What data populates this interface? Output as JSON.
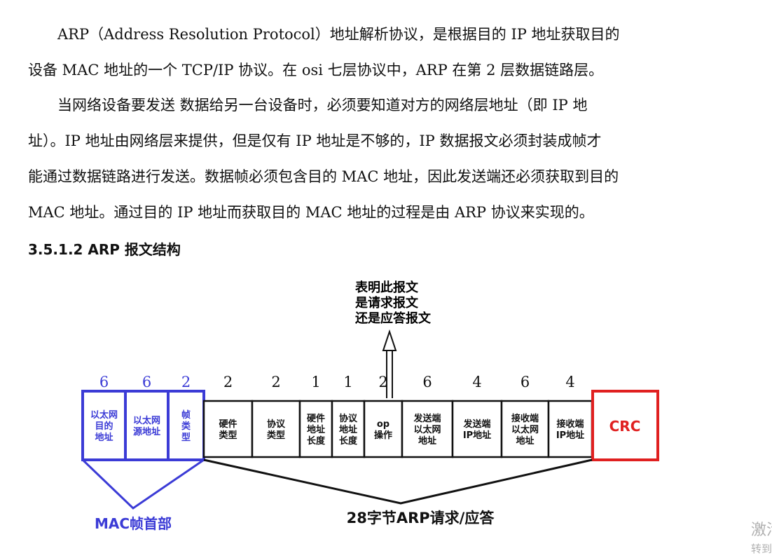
{
  "paragraphs": [
    {
      "lines": [
        "ARP（Address Resolution Protocol）地址解析协议，是根据目的 IP 地址获取目的",
        "设备 MAC 地址的一个 TCP/IP 协议。在 osi 七层协议中，ARP 在第 2 层数据链路层。"
      ]
    },
    {
      "lines": [
        "当网络设备要发送 数据给另一台设备时，必须要知道对方的网络层地址（即 IP 地",
        "址）。IP 地址由网络层来提供，但是仅有 IP 地址是不够的，IP 数据报文必须封装成帧才",
        "能通过数据链路进行发送。数据帧必须包含目的 MAC 地址，因此发送端还必须获取到目的",
        "MAC 地址。通过目的 IP 地址而获取目的 MAC 地址的过程是由 ARP 协议来实现的。"
      ]
    }
  ],
  "heading": "3.5.1.2 ARP 报文结构",
  "diagram": {
    "annotation": [
      "表明此报文",
      "是请求报文",
      "还是应答报文"
    ],
    "mac_fields": [
      {
        "size": "6",
        "lines": [
          "以太网",
          "目的",
          "地址"
        ]
      },
      {
        "size": "6",
        "lines": [
          "以太网",
          "源地址"
        ]
      },
      {
        "size": "2",
        "lines": [
          "帧",
          "类",
          "型"
        ]
      }
    ],
    "arp_fields": [
      {
        "size": "2",
        "lines": [
          "硬件",
          "类型"
        ]
      },
      {
        "size": "2",
        "lines": [
          "协议",
          "类型"
        ]
      },
      {
        "size": "1",
        "lines": [
          "硬件",
          "地址",
          "长度"
        ]
      },
      {
        "size": "1",
        "lines": [
          "协议",
          "地址",
          "长度"
        ]
      },
      {
        "size": "2",
        "lines": [
          "op",
          "操作"
        ]
      },
      {
        "size": "6",
        "lines": [
          "发送端",
          "以太网",
          "地址"
        ]
      },
      {
        "size": "4",
        "lines": [
          "发送端",
          "IP地址"
        ]
      },
      {
        "size": "6",
        "lines": [
          "接收端",
          "以太网",
          "地址"
        ]
      },
      {
        "size": "4",
        "lines": [
          "接收端",
          "IP地址"
        ]
      }
    ],
    "crc_label": "CRC",
    "mac_header_label": "MAC帧首部",
    "arp_body_label": "28字节ARP请求/应答",
    "colors": {
      "mac": "#3b3bd6",
      "crc": "#e02020",
      "arp": "#111111"
    }
  },
  "watermark": {
    "line1": "激活",
    "line2": "转到"
  }
}
